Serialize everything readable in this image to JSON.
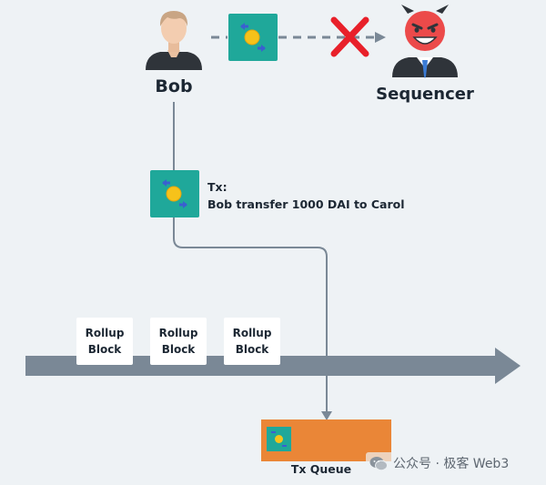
{
  "actors": {
    "bob": "Bob",
    "sequencer": "Sequencer"
  },
  "tx": {
    "title": "Tx:",
    "description": "Bob transfer 1000 DAI to Carol"
  },
  "blocks": [
    {
      "line1": "Rollup",
      "line2": "Block"
    },
    {
      "line1": "Rollup",
      "line2": "Block"
    },
    {
      "line1": "Rollup",
      "line2": "Block"
    }
  ],
  "queue": {
    "label": "Tx Queue"
  },
  "watermark": {
    "text": "公众号 · 极客 Web3"
  },
  "colors": {
    "background": "#eef2f5",
    "timeline": "#7a8896",
    "token_tile": "#1fa89a",
    "coin": "#f6c21a",
    "swap_arrows": "#3a5fd0",
    "reject": "#e8202a",
    "queue": "#ea8637",
    "devil": "#ec4a4a"
  },
  "icons": [
    "person-icon",
    "devil-icon",
    "token-swap-icon",
    "reject-x-icon",
    "wechat-icon"
  ]
}
